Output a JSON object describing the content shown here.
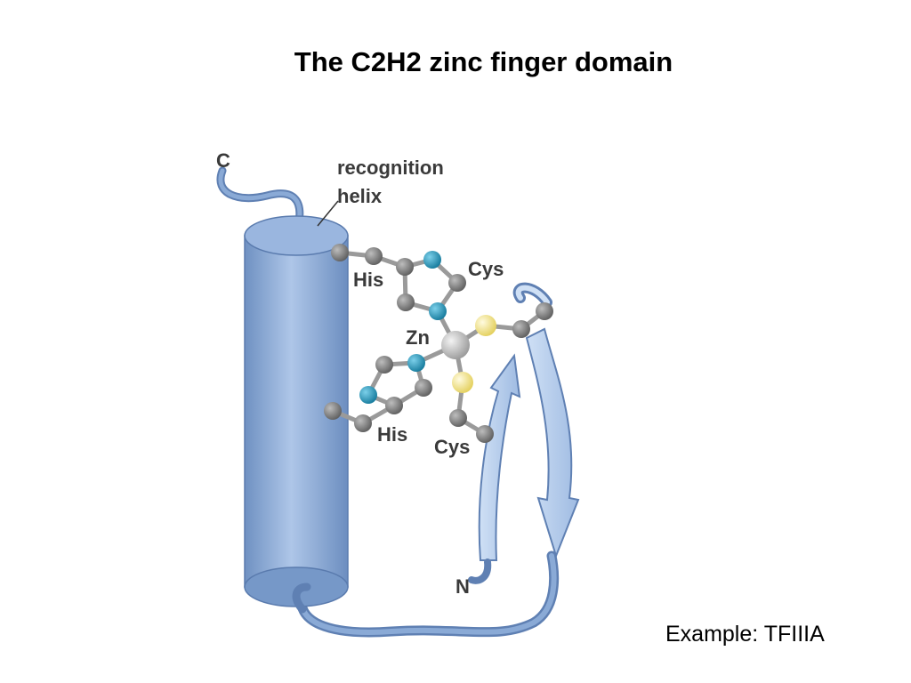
{
  "slide": {
    "title": "The C2H2 zinc finger domain",
    "caption": "Example: TFIIIA"
  },
  "diagram": {
    "labels": {
      "c_terminus": "C",
      "n_terminus": "N",
      "recognition": "recognition",
      "helix": "helix",
      "his_upper": "His",
      "cys_upper": "Cys",
      "zn": "Zn",
      "his_lower": "His",
      "cys_lower": "Cys"
    },
    "colors": {
      "helix": "#89a9d4",
      "ribbon": "#7e9fcf",
      "carbon": "#7d7d7d",
      "nitrogen": "#1e8fb3",
      "sulfur": "#f1e07a",
      "zinc": "#c9c9c9"
    }
  }
}
